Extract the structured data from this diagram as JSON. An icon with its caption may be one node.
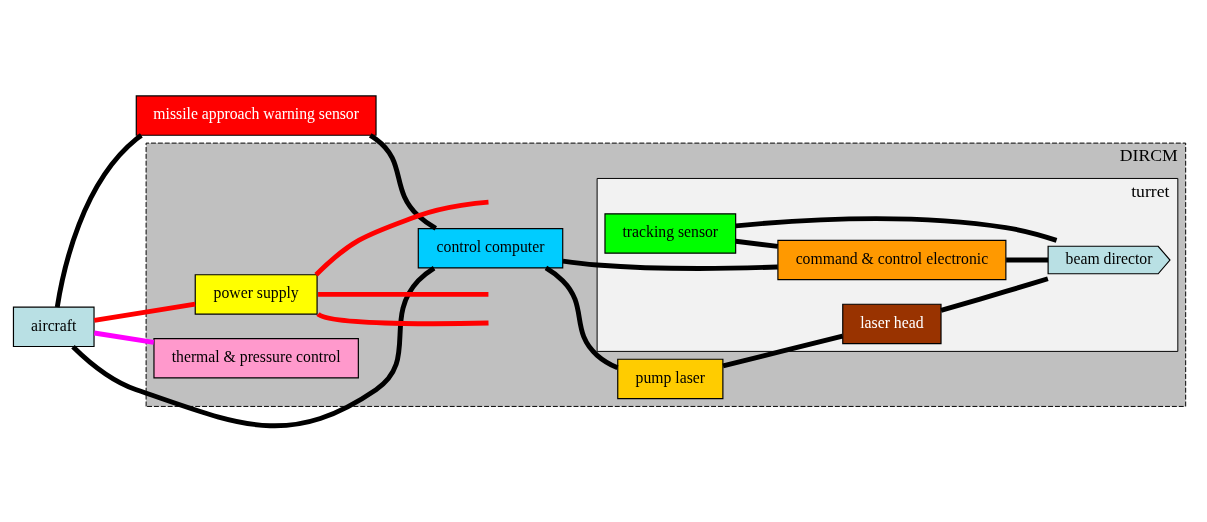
{
  "diagram": {
    "nodes": [
      {
        "text": [
          "missile approach warning sensor"
        ]
      },
      {
        "text": [
          "aircraft"
        ]
      },
      {
        "text": [
          "DIRCM"
        ]
      },
      {
        "text": [
          "power supply"
        ],
        "in": 2
      },
      {
        "text": [
          "thermal & pressure control"
        ],
        "in": 2
      },
      {
        "text": [
          "control computer"
        ],
        "in": 2
      },
      {
        "text": [
          "pump laser"
        ],
        "in": 2
      },
      {
        "text": [
          "turret"
        ],
        "in": 2
      },
      {
        "text": [
          "tracking sensor"
        ],
        "in": 7
      },
      {
        "text": [
          "command & control electronic"
        ],
        "in": 7
      },
      {
        "text": [
          "laser head"
        ],
        "in": 7
      },
      {
        "text": [
          "beam director"
        ],
        "in": 7
      }
    ],
    "edges": [
      {
        "from": 1,
        "to": 0,
        "arrow": "none"
      },
      {
        "from": 0,
        "to": 5,
        "arrow": "none"
      },
      {
        "from": 1,
        "to": 5,
        "arrow": "none"
      },
      {
        "from": 1,
        "to": 3,
        "arrow": "none",
        "color": "#ff0000"
      },
      {
        "from": 1,
        "to": 4,
        "arrow": "none",
        "color": "#ff00ff"
      },
      {
        "from": 3,
        "to": null,
        "arrow": "none",
        "color": "#ff0000"
      },
      {
        "from": 3,
        "to": null,
        "arrow": "none",
        "color": "#ff0000"
      },
      {
        "from": 3,
        "to": null,
        "arrow": "none",
        "color": "#ff0000"
      },
      {
        "from": 5,
        "to": 6,
        "arrow": "none"
      },
      {
        "from": 5,
        "to": 9,
        "arrow": "none"
      },
      {
        "from": 8,
        "to": 9,
        "arrow": "none"
      },
      {
        "from": 8,
        "to": 11,
        "arrow": "none"
      },
      {
        "from": 9,
        "to": 11,
        "arrow": "none"
      },
      {
        "from": 6,
        "to": 10,
        "arrow": "none"
      },
      {
        "from": 10,
        "to": 11,
        "arrow": "none"
      }
    ]
  }
}
